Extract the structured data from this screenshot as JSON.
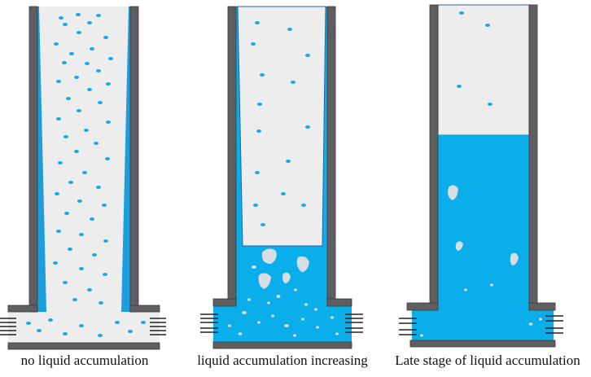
{
  "panels": [
    {
      "caption": "no liquid accumulation",
      "state": "no liquid accumulation"
    },
    {
      "caption": "liquid accumulation increasing",
      "state": "accumulation increasing"
    },
    {
      "caption": "Late stage of liquid accumulation",
      "state": "late stage"
    }
  ],
  "colors": {
    "wall": "#5f5f61",
    "wall_stroke": "#3a3a3c",
    "gas": "#ededed",
    "liquid": "#0aaeea",
    "liquid_film": "#1a9ee0",
    "droplet": "#19a9e8",
    "bubble": "#d6dde4",
    "perforation": "#222222"
  }
}
